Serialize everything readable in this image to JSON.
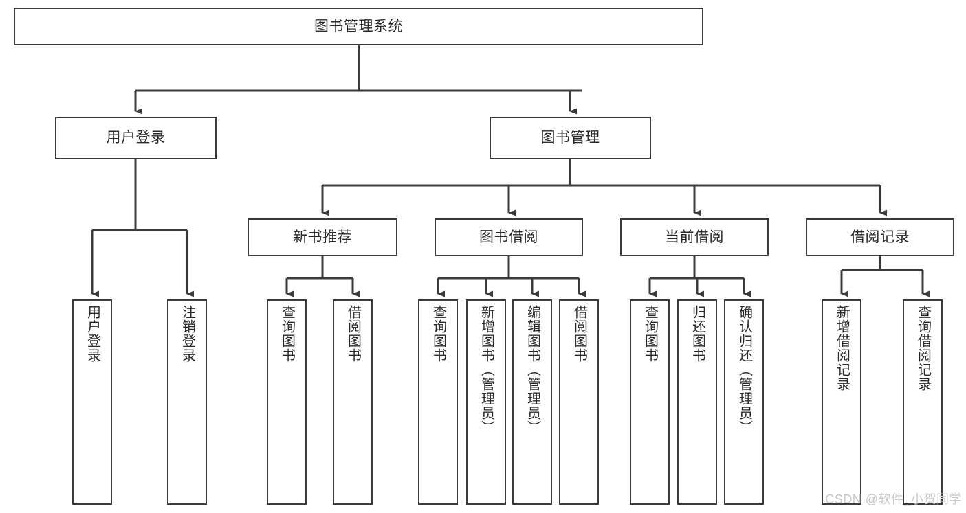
{
  "diagram": {
    "title": "图书管理系统",
    "type": "tree-hierarchy-chart",
    "colors": {
      "box_border": "#3b3b3b",
      "box_fill": "#ffffff",
      "edge": "#3b3b3b",
      "text": "#2b2b2b",
      "watermark": "#c8c8c8",
      "background": "#ffffff"
    },
    "watermark": "CSDN @软件_小贺同学",
    "levels": {
      "root": {
        "label": "图书管理系统",
        "orientation": "horizontal"
      },
      "level2": [
        {
          "label": "用户登录",
          "orientation": "horizontal"
        },
        {
          "label": "图书管理",
          "orientation": "horizontal"
        }
      ],
      "level3": [
        {
          "label": "新书推荐",
          "orientation": "horizontal"
        },
        {
          "label": "图书借阅",
          "orientation": "horizontal"
        },
        {
          "label": "当前借阅",
          "orientation": "horizontal"
        },
        {
          "label": "借阅记录",
          "orientation": "horizontal"
        }
      ],
      "leaves": {
        "user_login": [
          {
            "label": "用户登录",
            "orientation": "vertical"
          },
          {
            "label": "注销登录",
            "orientation": "vertical"
          }
        ],
        "new_book_recommend": [
          {
            "label": "查询图书",
            "orientation": "vertical"
          },
          {
            "label": "借阅图书",
            "orientation": "vertical"
          }
        ],
        "book_borrow": [
          {
            "label": "查询图书",
            "orientation": "vertical"
          },
          {
            "label": "新增图书（管理员）",
            "orientation": "vertical"
          },
          {
            "label": "编辑图书（管理员）",
            "orientation": "vertical"
          },
          {
            "label": "借阅图书",
            "orientation": "vertical"
          }
        ],
        "current_borrow": [
          {
            "label": "查询图书",
            "orientation": "vertical"
          },
          {
            "label": "归还图书",
            "orientation": "vertical"
          },
          {
            "label": "确认归还（管理员）",
            "orientation": "vertical"
          }
        ],
        "borrow_record": [
          {
            "label": "新增借阅记录",
            "orientation": "vertical"
          },
          {
            "label": "查询借阅记录",
            "orientation": "vertical"
          }
        ]
      }
    }
  }
}
